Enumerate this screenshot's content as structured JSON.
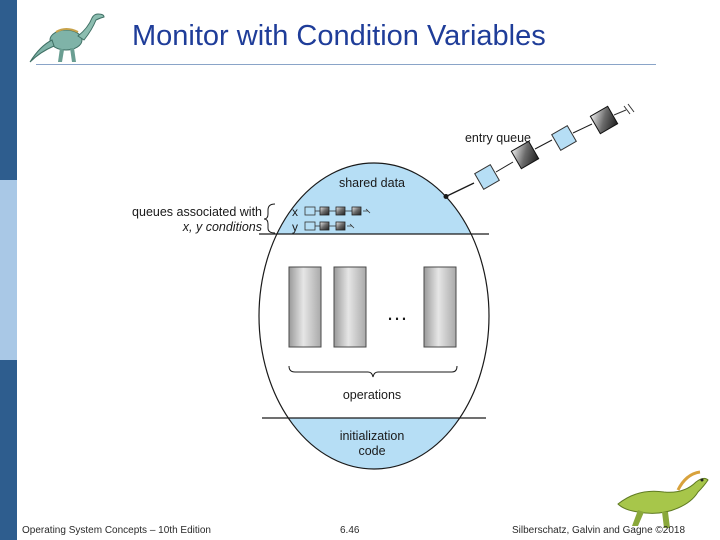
{
  "slide": {
    "title": "Monitor with Condition Variables"
  },
  "diagram": {
    "entry_queue_label": "entry queue",
    "shared_data_label": "shared data",
    "queues_label_line1": "queues associated with",
    "queues_label_line2": "x, y conditions",
    "cond_x_label": "x",
    "cond_y_label": "y",
    "ellipsis": "…",
    "operations_label": "operations",
    "init_label_line1": "initialization",
    "init_label_line2": "code"
  },
  "footer": {
    "left": "Operating System Concepts – 10th Edition",
    "middle": "6.46",
    "right": "Silberschatz, Galvin and Gagne ©2018"
  },
  "colors": {
    "accent_blue": "#1f3d99",
    "light_blue_fill": "#b6def5",
    "sidebar_dark": "#2e5d8e",
    "sidebar_light": "#a9c8e6"
  },
  "icons": {
    "top_left": "dinosaur-icon",
    "bottom_right": "dinosaur-icon"
  }
}
